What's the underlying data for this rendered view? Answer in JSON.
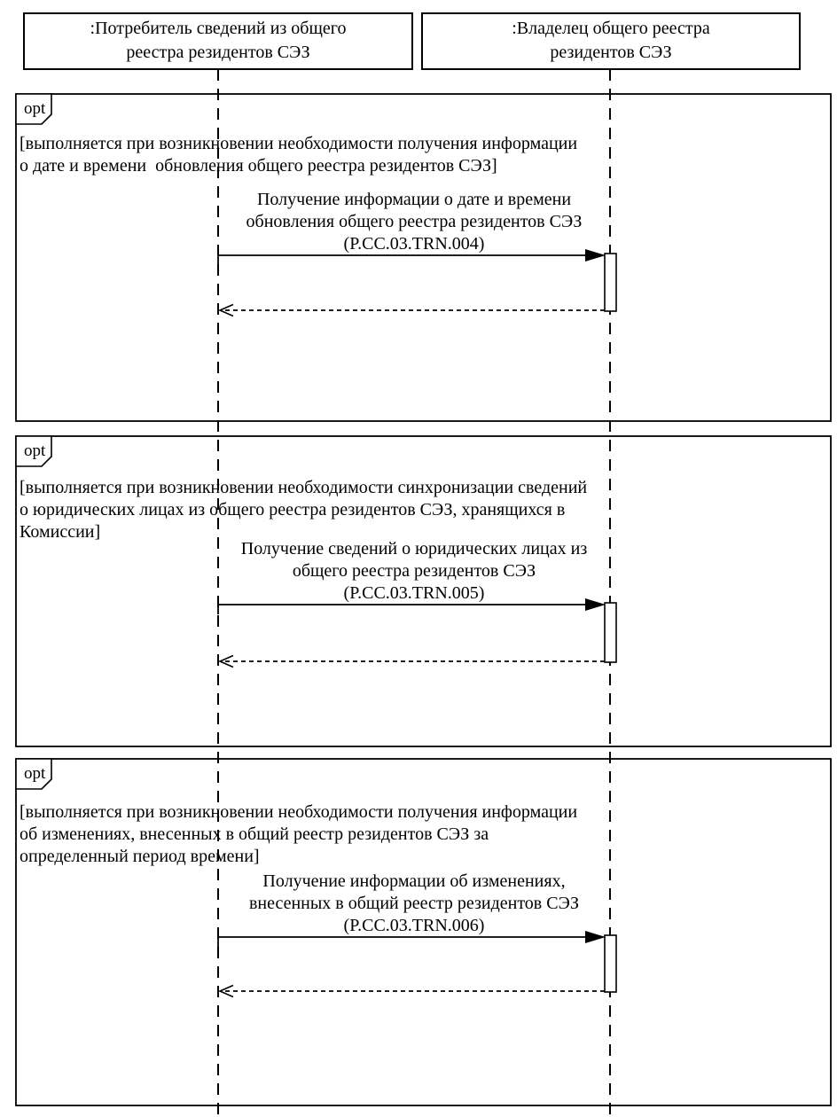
{
  "diagram": {
    "type": "uml-sequence-diagram",
    "colors": {
      "line": "#000000",
      "fill": "#ffffff"
    },
    "lifelines": [
      {
        "id": "consumer",
        "label": ":Потребитель сведений из общего\nреестра резидентов СЭЗ"
      },
      {
        "id": "owner",
        "label": ":Владелец общего реестра\nрезидентов СЭЗ"
      }
    ],
    "fragments": [
      {
        "operator": "opt",
        "guard": "[выполняется при возникновении необходимости получения информации\nо дате и времени  обновления общего реестра резидентов СЭЗ]",
        "message": "Получение информации о дате и времени\nобновления общего реестра резидентов СЭЗ\n(P.CC.03.TRN.004)"
      },
      {
        "operator": "opt",
        "guard": "[выполняется при возникновении необходимости синхронизации сведений\nо юридических лицах из общего реестра резидентов СЭЗ, хранящихся в\nКомиссии]",
        "message": "Получение сведений о юридических лицах из\nобщего реестра резидентов СЭЗ\n(P.CC.03.TRN.005)"
      },
      {
        "operator": "opt",
        "guard": "[выполняется при возникновении необходимости получения информации\nоб изменениях, внесенных в общий реестр резидентов СЭЗ за\nопределенный период времени]",
        "message": "Получение информации об изменениях,\nвнесенных в общий реестр резидентов СЭЗ\n(P.CC.03.TRN.006)"
      }
    ]
  }
}
